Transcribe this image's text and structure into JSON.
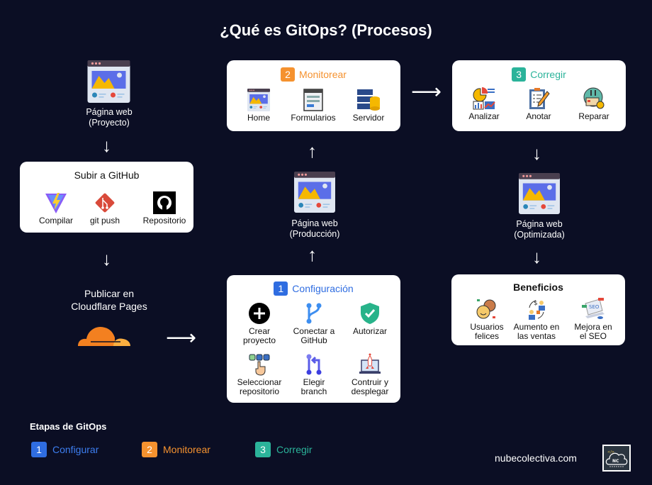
{
  "title": "¿Qué es GitOps? (Procesos)",
  "colors": {
    "background": "#0b0e24",
    "blue": "#2f6de1",
    "orange": "#f5922f",
    "teal": "#2bb39a"
  },
  "left": {
    "page_label": [
      "Página web",
      "(Proyecto)"
    ],
    "github_box": {
      "title": "Subir a GitHub",
      "items": [
        "Compilar",
        "git push",
        "Repositorio"
      ]
    },
    "publish_label": [
      "Publicar en",
      "Cloudflare Pages"
    ]
  },
  "monitor": {
    "number": "2",
    "title": "Monitorear",
    "items": [
      "Home",
      "Formularios",
      "Servidor"
    ]
  },
  "production_label": [
    "Página web",
    "(Producción)"
  ],
  "config": {
    "number": "1",
    "title": "Configuración",
    "items": [
      [
        "Crear",
        "proyecto"
      ],
      [
        "Conectar a",
        "GitHub"
      ],
      [
        "Autorizar",
        ""
      ],
      [
        "Seleccionar",
        "repositorio"
      ],
      [
        "Elegir",
        "branch"
      ],
      [
        "Contruir y",
        "desplegar"
      ]
    ]
  },
  "correct": {
    "number": "3",
    "title": "Corregir",
    "items": [
      "Analizar",
      "Anotar",
      "Reparar"
    ]
  },
  "optimized_label": [
    "Página web",
    "(Optimizada)"
  ],
  "benefits": {
    "title": "Beneficios",
    "items": [
      [
        "Usuarios",
        "felices"
      ],
      [
        "Aumento en",
        "las ventas"
      ],
      [
        "Mejora en",
        "el SEO"
      ]
    ]
  },
  "legend": {
    "title": "Etapas de GitOps",
    "items": [
      {
        "number": "1",
        "label": "Configurar"
      },
      {
        "number": "2",
        "label": "Monitorear"
      },
      {
        "number": "3",
        "label": "Corregir"
      }
    ]
  },
  "footer": {
    "site": "nubecolectiva.com",
    "logo_text": "NC"
  }
}
